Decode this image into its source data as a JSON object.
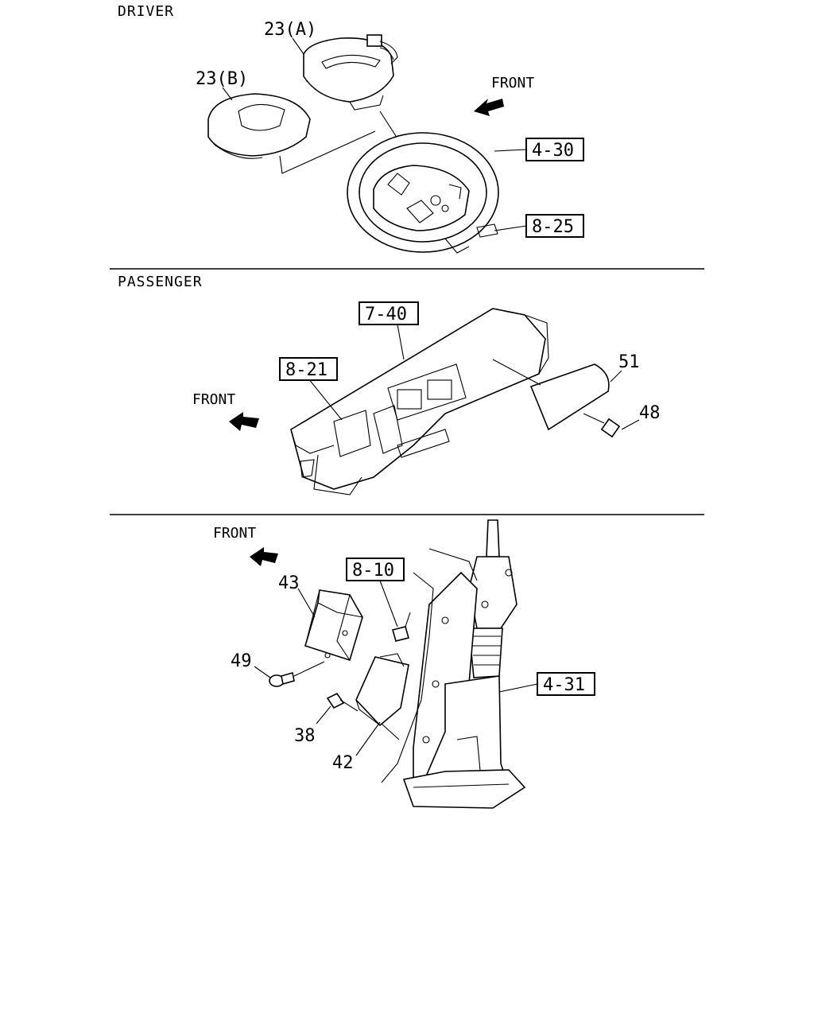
{
  "sections": {
    "driver": {
      "title": "DRIVER",
      "front": "FRONT",
      "labels": {
        "a23": "23(A)",
        "b23": "23(B)"
      },
      "boxed_refs": {
        "r430": "4-30",
        "r825": "8-25"
      }
    },
    "passenger": {
      "title": "PASSENGER",
      "front": "FRONT",
      "labels": {
        "p51": "51",
        "p48": "48"
      },
      "boxed_refs": {
        "r740": "7-40",
        "r821": "8-21"
      }
    },
    "column": {
      "front": "FRONT",
      "labels": {
        "p43": "43",
        "p49": "49",
        "p38": "38",
        "p42": "42"
      },
      "boxed_refs": {
        "r810": "8-10",
        "r431": "4-31"
      }
    }
  }
}
